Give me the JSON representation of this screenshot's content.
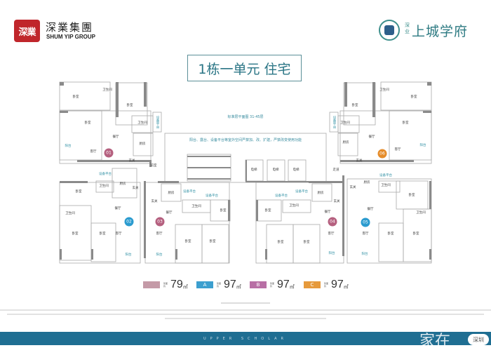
{
  "header": {
    "developer_seal": "深業",
    "developer_name_cn": "深業集團",
    "developer_name_en": "SHUM YIP GROUP",
    "project_prefix": "深业",
    "project_name": "上城学府"
  },
  "title": "1栋一单元 住宅",
  "notes": {
    "floor_range": "标准层平面图 31-45层",
    "warning": "阳台、露台、设备平台等室外空间严禁加、改、扩建，严禁改变使用功能"
  },
  "units": [
    {
      "id": "01",
      "color": "#b5607f"
    },
    {
      "id": "02",
      "color": "#2b9bcf"
    },
    {
      "id": "03",
      "color": "#b5607f"
    },
    {
      "id": "04",
      "color": "#b5607f"
    },
    {
      "id": "05",
      "color": "#2b9bcf"
    },
    {
      "id": "06",
      "color": "#e58c2a"
    }
  ],
  "rooms": {
    "bedroom": "卧室",
    "bathroom": "卫生间",
    "dining": "餐厅",
    "living": "客厅",
    "kitchen": "厨房",
    "balcony": "阳台",
    "entry": "玄关",
    "equipment": "设备平台",
    "lobby": "前室",
    "elevator": "电梯",
    "corridor": "走道"
  },
  "legend": [
    {
      "label": "",
      "area": "79",
      "unit": "㎡",
      "color": "#c49aa7"
    },
    {
      "label": "A",
      "area": "97",
      "unit": "㎡",
      "color": "#3c9fcf"
    },
    {
      "label": "B",
      "area": "97",
      "unit": "㎡",
      "color": "#b86fa5"
    },
    {
      "label": "C",
      "area": "97",
      "unit": "㎡",
      "color": "#e69a3c"
    }
  ],
  "legend_small": "建面约",
  "footer": {
    "banner_text": "UPPER SCHOLAR",
    "watermark": "家在",
    "watermark_city": "深圳"
  }
}
